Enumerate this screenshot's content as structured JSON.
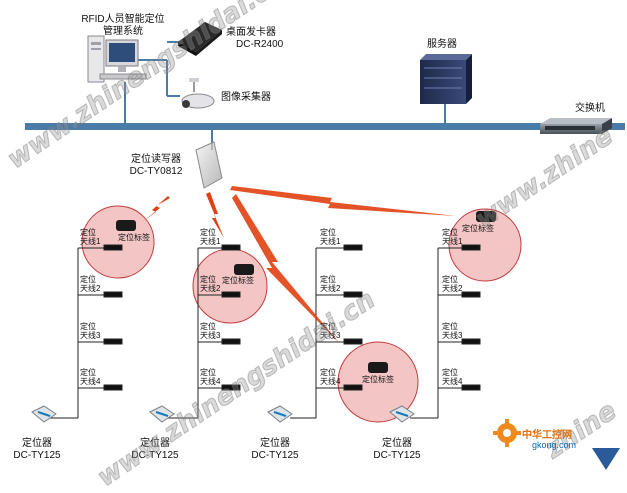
{
  "labels": {
    "rfid_system_line1": "RFID人员智能定位",
    "rfid_system_line2": "管理系统",
    "card_issuer_line1": "桌面发卡器",
    "card_issuer_line2": "DC-R2400",
    "camera": "图像采集器",
    "server": "服务器",
    "switch": "交换机",
    "reader_line1": "定位读写器",
    "reader_line2": "DC-TY0812",
    "tag": "定位标签",
    "locator_name": "定位器",
    "locator_model": "DC-TY125"
  },
  "antenna_groups": [
    {
      "antennas": [
        [
          "定位",
          "天线1"
        ],
        [
          "定位",
          "天线2"
        ],
        [
          "定位",
          "天线3"
        ],
        [
          "定位",
          "天线4"
        ]
      ]
    },
    {
      "antennas": [
        [
          "定位",
          "天线1"
        ],
        [
          "定位",
          "天线2"
        ],
        [
          "定位",
          "天线3"
        ],
        [
          "定位",
          "天线4"
        ]
      ]
    },
    {
      "antennas": [
        [
          "定位",
          "天线1"
        ],
        [
          "定位",
          "天线2"
        ],
        [
          "定位",
          "天线3"
        ],
        [
          "定位",
          "天线4"
        ]
      ]
    },
    {
      "antennas": [
        [
          "定位",
          "天线1"
        ],
        [
          "定位",
          "天线2"
        ],
        [
          "定位",
          "天线3"
        ],
        [
          "定位",
          "天线4"
        ]
      ]
    }
  ],
  "locators": [
    {
      "name": "定位器",
      "model": "DC-TY125"
    },
    {
      "name": "定位器",
      "model": "DC-TY125"
    },
    {
      "name": "定位器",
      "model": "DC-TY125"
    },
    {
      "name": "定位器",
      "model": "DC-TY125"
    }
  ],
  "watermark": {
    "text1": "www.zhinengshidai.cn",
    "text2": "www.zhinengshidai.cn",
    "text3": "www.zhine",
    "text4": "zhine"
  },
  "logo": {
    "text": "中华工控网",
    "url": "gkong.com"
  },
  "colors": {
    "backbone": "#4a7ca8",
    "zone_fill": "#f0b6b6",
    "zone_stroke": "#c43c3c",
    "signal": "#e04010"
  }
}
